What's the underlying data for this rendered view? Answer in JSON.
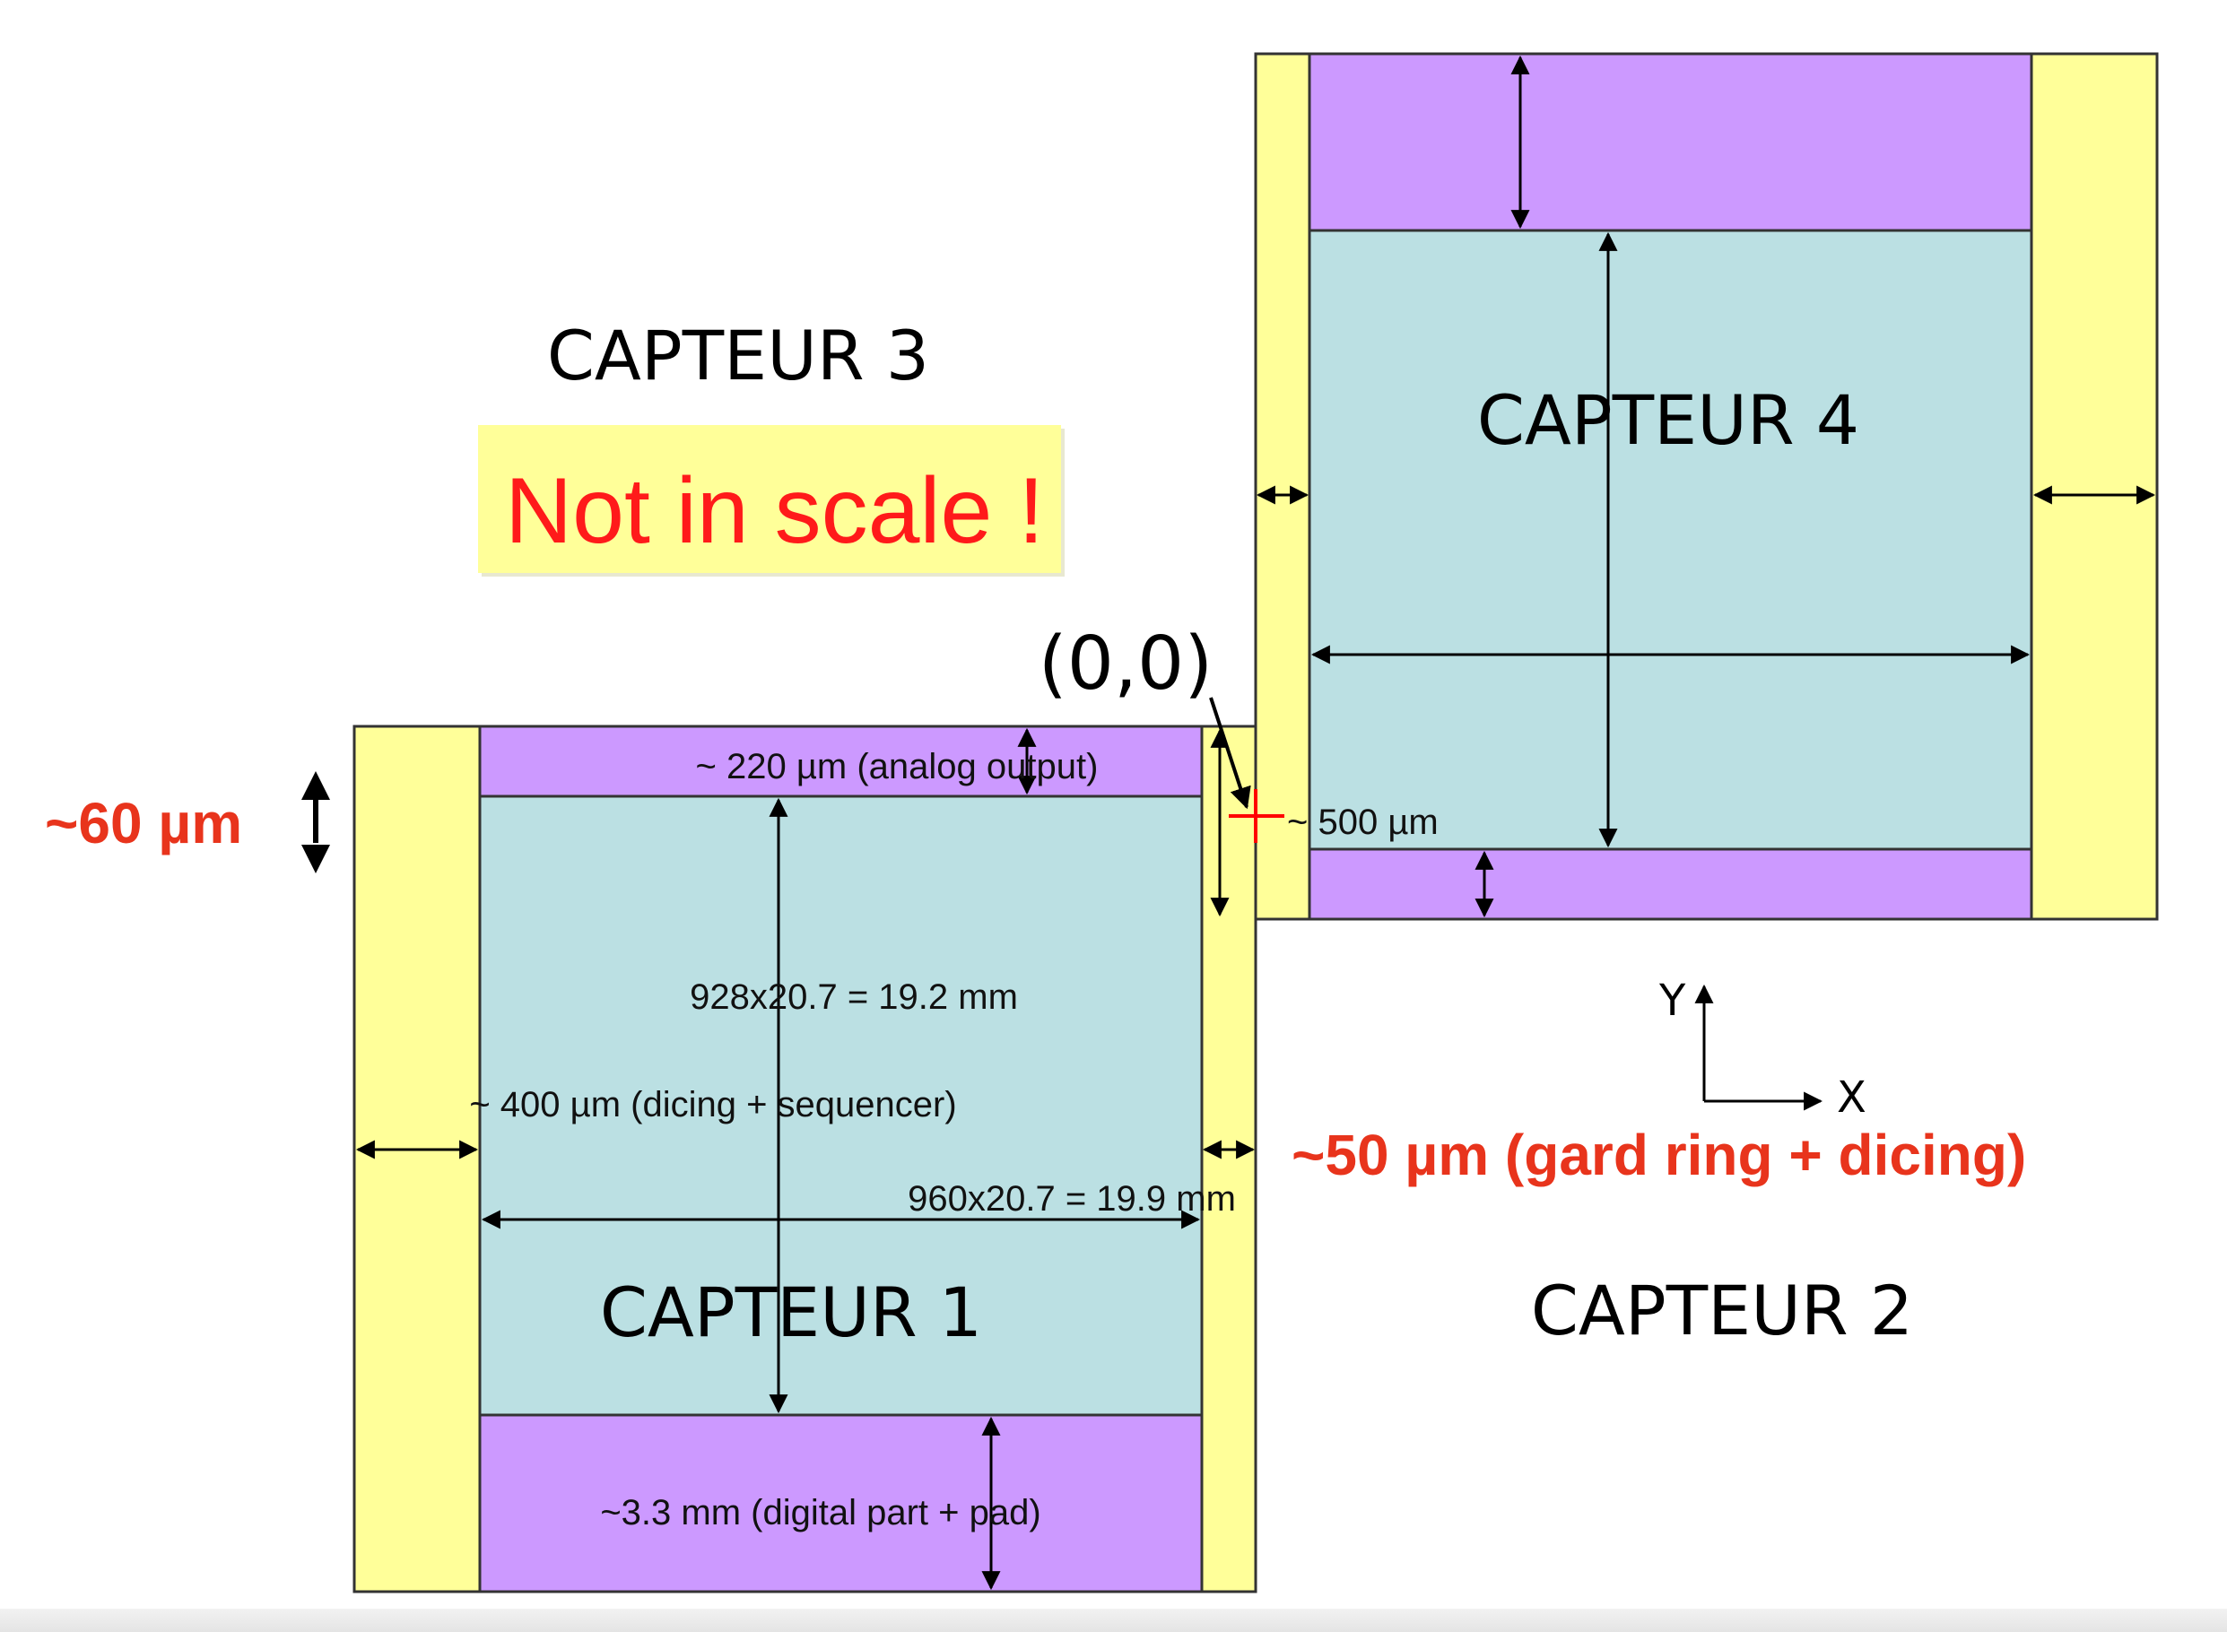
{
  "labels": {
    "capteur1": "CAPTEUR 1",
    "capteur2": "CAPTEUR 2",
    "capteur3": "CAPTEUR 3",
    "capteur4": "CAPTEUR 4",
    "not_in_scale": "Not in scale !",
    "origin": "(0,0)",
    "axis_x": "X",
    "axis_y": "Y"
  },
  "dimensions": {
    "analog_output": "~ 220 µm (analog output)",
    "height_mm": "928x20.7 = 19.2 mm",
    "dicing_sequencer": "~ 400  µm (dicing + sequencer)",
    "width_mm": "960x20.7 =  19.9 mm",
    "digital_part": "~3.3 mm (digital part + pad)",
    "offset_500": "~ 500  µm",
    "gap_60": "~60 µm",
    "gard_ring": "~50  µm (gard ring + dicing)"
  },
  "colors": {
    "yellow": "#ffff99",
    "purple": "#cc99ff",
    "cyan": "#bbe0e3",
    "red": "#e8341c",
    "note_bg": "#ffff99",
    "note_text": "#ff1a1a"
  }
}
